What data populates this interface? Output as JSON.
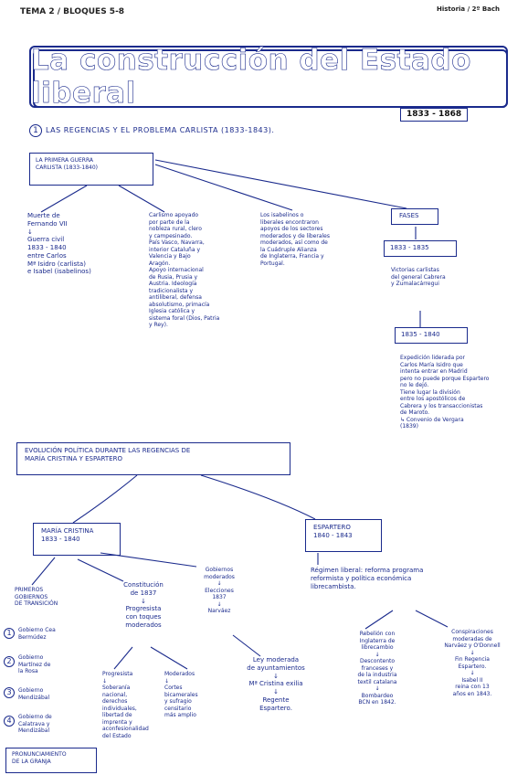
{
  "header": {
    "tema": "TEMA 2 / BLOQUES 5-8",
    "course": "Historia / 2º Bach"
  },
  "title": "La construcción del Estado liberal",
  "title_dates": "1833 - 1868",
  "section1": {
    "number": "1",
    "heading": "LAS REGENCIAS Y EL PROBLEMA CARLISTA (1833-1843)."
  },
  "carlist_war": {
    "box": "LA PRIMERA GUERRA\nCARLISTA (1833-1840)",
    "col1": "Muerte de\nFernando VII\n↓\nGuerra civil\n1833 - 1840\nentre Carlos\nMª Isidro (carlista)\ne Isabel (isabelinos)",
    "col2": "Carlismo apoyado\npor parte de la\nnobleza rural, clero\ny campesinado.\nPaís Vasco, Navarra,\ninterior Cataluña y\nValencia y Bajo\nAragón.\nApoyo internacional\nde Rusia, Prusia y\nAustria. Ideología\ntradicionalista y\nantiliberal, defensa\nabsolutismo, primacía\nIglesia católica y\nsistema foral (Dios, Patria\ny Rey).",
    "col3": "Los isabelinos o\nliberales encontraron\napoyos de los sectores\nmoderados y de liberales\nmoderados, así como de\nla Cuádruple Alianza\nde Inglaterra, Francia y\nPortugal.",
    "fases_label": "FASES",
    "fase1_label": "1833 - 1835",
    "fase1_text": "Victorias carlistas\ndel general Cabrera\ny Zumalacárregui",
    "fase2_label": "1835 - 1840",
    "fase2_text": "Expedición liderada por\nCarlos María Isidro que\nintenta entrar en Madrid\npero no puede porque Espartero\nno le dejó.\nTiene lugar la división\nentre los apostólicos de\nCabrera y los transaccionistas\nde Maroto.\n↳ Convenio de Vergara\n(1839)"
  },
  "evolution": {
    "box": "EVOLUCIÓN POLÍTICA DURANTE LAS REGENCIAS DE\nMARÍA CRISTINA Y ESPARTERO",
    "mc_box": "MARÍA CRISTINA\n1833 - 1840",
    "esp_box": "ESPARTERO\n1840 - 1843",
    "primeros": "PRIMEROS\nGOBIERNOS\nDE TRANSICIÓN",
    "gob1": "Gobierno Cea\nBermúdez",
    "gob2": "Gobierno\nMartínez de\nla Rosa",
    "gob3": "Gobierno\nMendizábal",
    "gob4": "Gobierno de\nCalatrava y\nMendizábal",
    "granja": "PRONUNCIAMIENTO\nDE LA GRANJA",
    "constitucion": "Constitución\nde 1837\n↓\nProgresista\ncon toques\nmoderados",
    "progresista": "Progresista\n↓\nSoberanía\nnacional,\nderechos\nindividuales,\nlibertad de\nimprenta y\naconfesionalidad\ndel Estado",
    "moderados_c": "Moderados\n↓\nCortes\nbicamerales\ny sufragio\ncensitario\nmás amplio",
    "gob_mod": "Gobiernos\nmoderados\n↓\nElecciones\n1837\n↓\nNarváez",
    "ayuntamientos": "Ley moderada\nde ayuntamientos\n↓\nMª Cristina exilia\n↓\nRegente\nEspartero.",
    "regimen": "Régimen liberal: reforma programa\nreformista y política económica\nlibrecambista.",
    "rebelion": "Rebelión con\nInglaterra de\nlibrecambio\n↓\nDescontento\nfranceses y\nde la industria\ntextil catalana\n↓\nBombardeo\nBCN en 1842.",
    "conspiraciones": "Conspiraciones\nmoderadas de\nNarváez y O'Donnell\n↓\nFin Regencia\nEspartero.\n↓\nIsabel II\nreina con 13\naños en 1843."
  },
  "colors": {
    "ink": "#1a2a8c",
    "header_ink": "#222222"
  }
}
